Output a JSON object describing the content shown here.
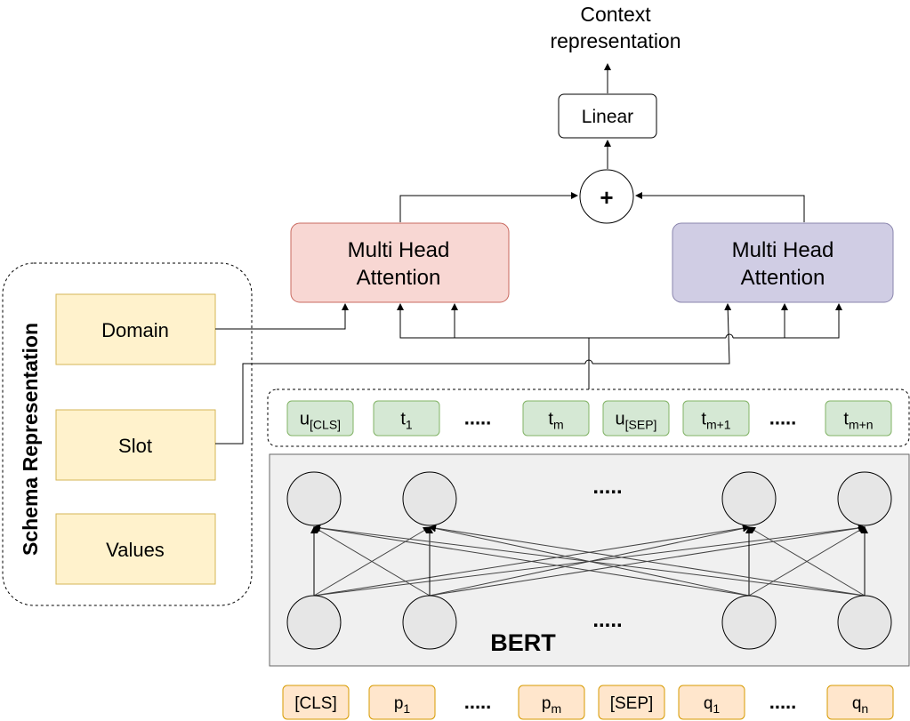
{
  "title": {
    "line1": "Context",
    "line2": "representation"
  },
  "linear": {
    "label": "Linear"
  },
  "plus": {
    "symbol": "+"
  },
  "mha_left": {
    "line1": "Multi Head",
    "line2": "Attention",
    "fill": "#f8d7d3",
    "stroke": "#c9695f"
  },
  "mha_right": {
    "line1": "Multi Head",
    "line2": "Attention",
    "fill": "#d0cde4",
    "stroke": "#8a85ad"
  },
  "schema": {
    "title": "Schema Representation",
    "items": [
      {
        "label": "Domain"
      },
      {
        "label": "Slot"
      },
      {
        "label": "Values"
      }
    ],
    "item_fill": "#fff2cc",
    "item_stroke": "#d6b656"
  },
  "output_tokens": {
    "fill": "#d5e8d4",
    "stroke": "#82b366",
    "items": [
      {
        "base": "u",
        "sub": "[CLS]"
      },
      {
        "base": "t",
        "sub": "1"
      },
      {
        "base": ".....",
        "sub": ""
      },
      {
        "base": "t",
        "sub": "m"
      },
      {
        "base": "u",
        "sub": "[SEP]"
      },
      {
        "base": "t",
        "sub": "m+1"
      },
      {
        "base": ".....",
        "sub": ""
      },
      {
        "base": "t",
        "sub": "m+n"
      }
    ]
  },
  "bert": {
    "label": "BERT",
    "dots_top": ".....",
    "dots_bottom": "....."
  },
  "input_tokens": {
    "fill": "#ffe6cc",
    "stroke": "#d79b00",
    "items": [
      {
        "base": "[CLS]",
        "sub": ""
      },
      {
        "base": "p",
        "sub": "1"
      },
      {
        "base": ".....",
        "sub": ""
      },
      {
        "base": "p",
        "sub": "m"
      },
      {
        "base": "[SEP]",
        "sub": ""
      },
      {
        "base": "q",
        "sub": "1"
      },
      {
        "base": ".....",
        "sub": ""
      },
      {
        "base": "q",
        "sub": "n"
      }
    ]
  }
}
